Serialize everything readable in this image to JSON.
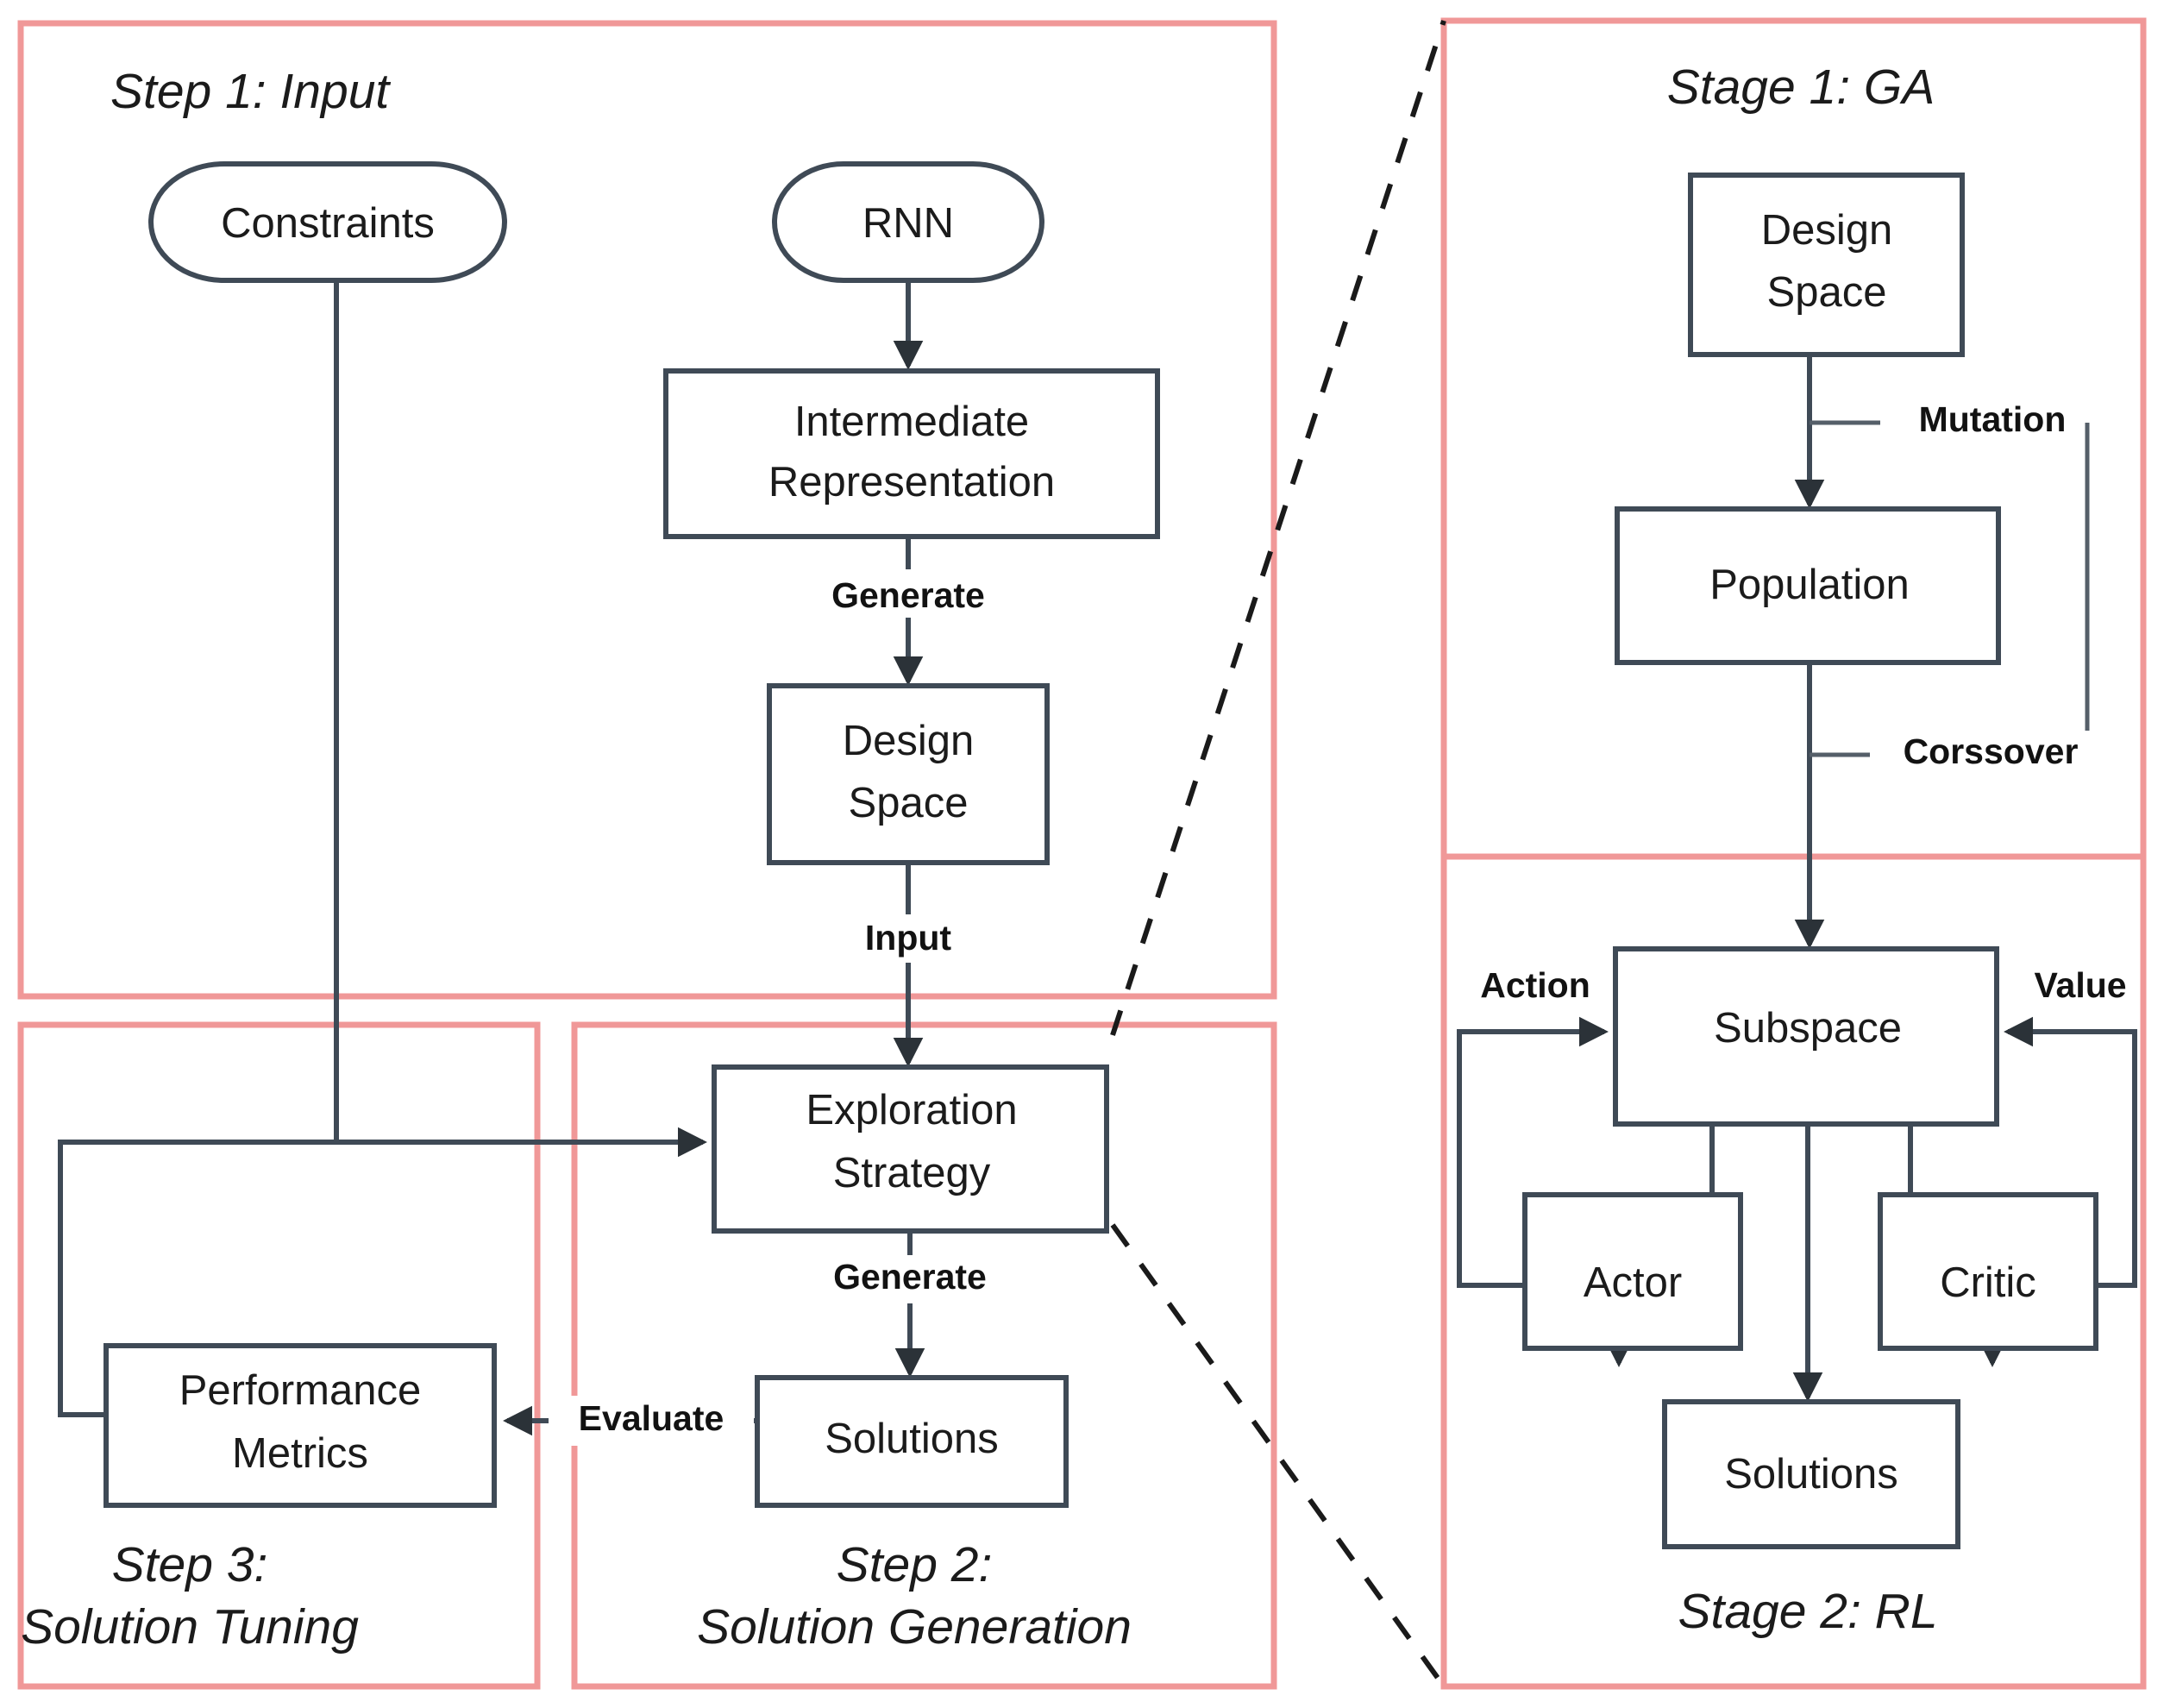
{
  "diagram": {
    "title_hidden": "Two-part framework flowchart",
    "accent_panel_color": "#F09898",
    "node_stroke_color": "#3F4A56",
    "text_color": "#1b1b1b",
    "panels": [
      {
        "id": "step1",
        "label": "Step 1: Input"
      },
      {
        "id": "step3",
        "label_line1": "Step 3:",
        "label_line2": "Solution Tuning"
      },
      {
        "id": "step2",
        "label_line1": "Step 2:",
        "label_line2": "Solution Generation"
      },
      {
        "id": "stage1",
        "label": "Stage 1: GA"
      },
      {
        "id": "stage2",
        "label": "Stage 2: RL"
      }
    ],
    "nodes": {
      "constraints": "Constraints",
      "rnn": "RNN",
      "intermediate_line1": "Intermediate",
      "intermediate_line2": "Representation",
      "design_space_line1": "Design",
      "design_space_line2": "Space",
      "exploration_line1": "Exploration",
      "exploration_line2": "Strategy",
      "solutions_left": "Solutions",
      "performance_line1": "Performance",
      "performance_line2": "Metrics",
      "ga_design_space_line1": "Design",
      "ga_design_space_line2": "Space",
      "population": "Population",
      "subspace": "Subspace",
      "actor": "Actor",
      "critic": "Critic",
      "solutions_right": "Solutions"
    },
    "edge_labels": {
      "generate_top": "Generate",
      "input": "Input",
      "generate_bottom": "Generate",
      "evaluate": "Evaluate",
      "mutation": "Mutation",
      "crossover": "Corssover",
      "action": "Action",
      "value": "Value"
    }
  }
}
